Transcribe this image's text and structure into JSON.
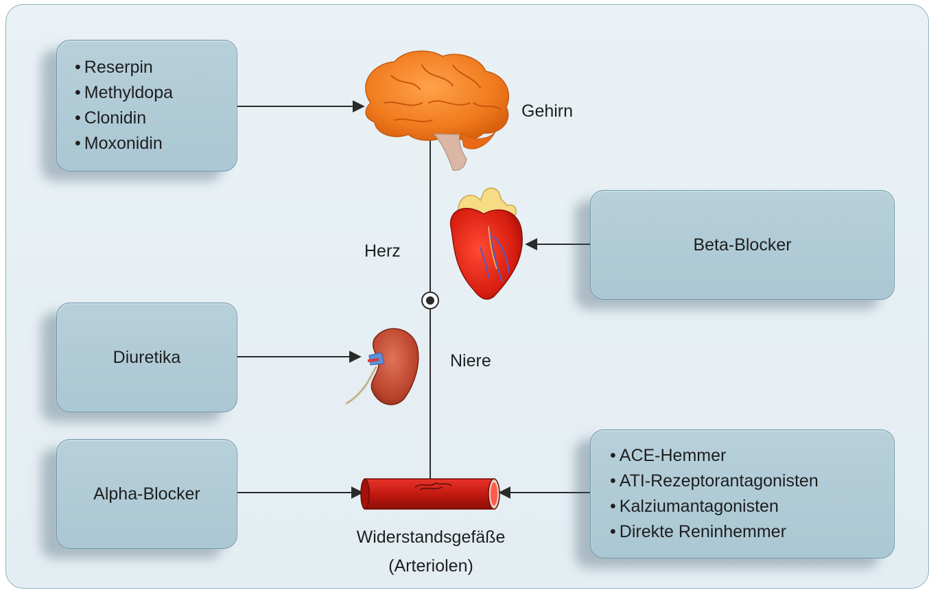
{
  "boxes": {
    "brain_drugs": [
      "Reserpin",
      "Methyldopa",
      "Clonidin",
      "Moxonidin"
    ],
    "beta_blocker": "Beta-Blocker",
    "diuretika": "Diuretika",
    "alpha_blocker": "Alpha-Blocker",
    "vessel_drugs": [
      "ACE-Hemmer",
      "ATI-Rezeptorantagonisten",
      "Kalziumantagonisten",
      "Direkte Reninhemmer"
    ]
  },
  "labels": {
    "brain": "Gehirn",
    "heart": "Herz",
    "kidney": "Niere",
    "vessels_line1": "Widerstandsgefäße",
    "vessels_line2": "(Arteriolen)"
  },
  "colors": {
    "box_fill": "#aac7d3",
    "box_border": "#6f98aa",
    "background": "#e6eef3",
    "brain": "#f07a1e",
    "heart": "#d81e10",
    "kidney": "#b8412a",
    "vessel": "#c31a12"
  },
  "icons": [
    "brain-icon",
    "heart-icon",
    "kidney-icon",
    "blood-vessel-icon",
    "junction-node-icon"
  ]
}
